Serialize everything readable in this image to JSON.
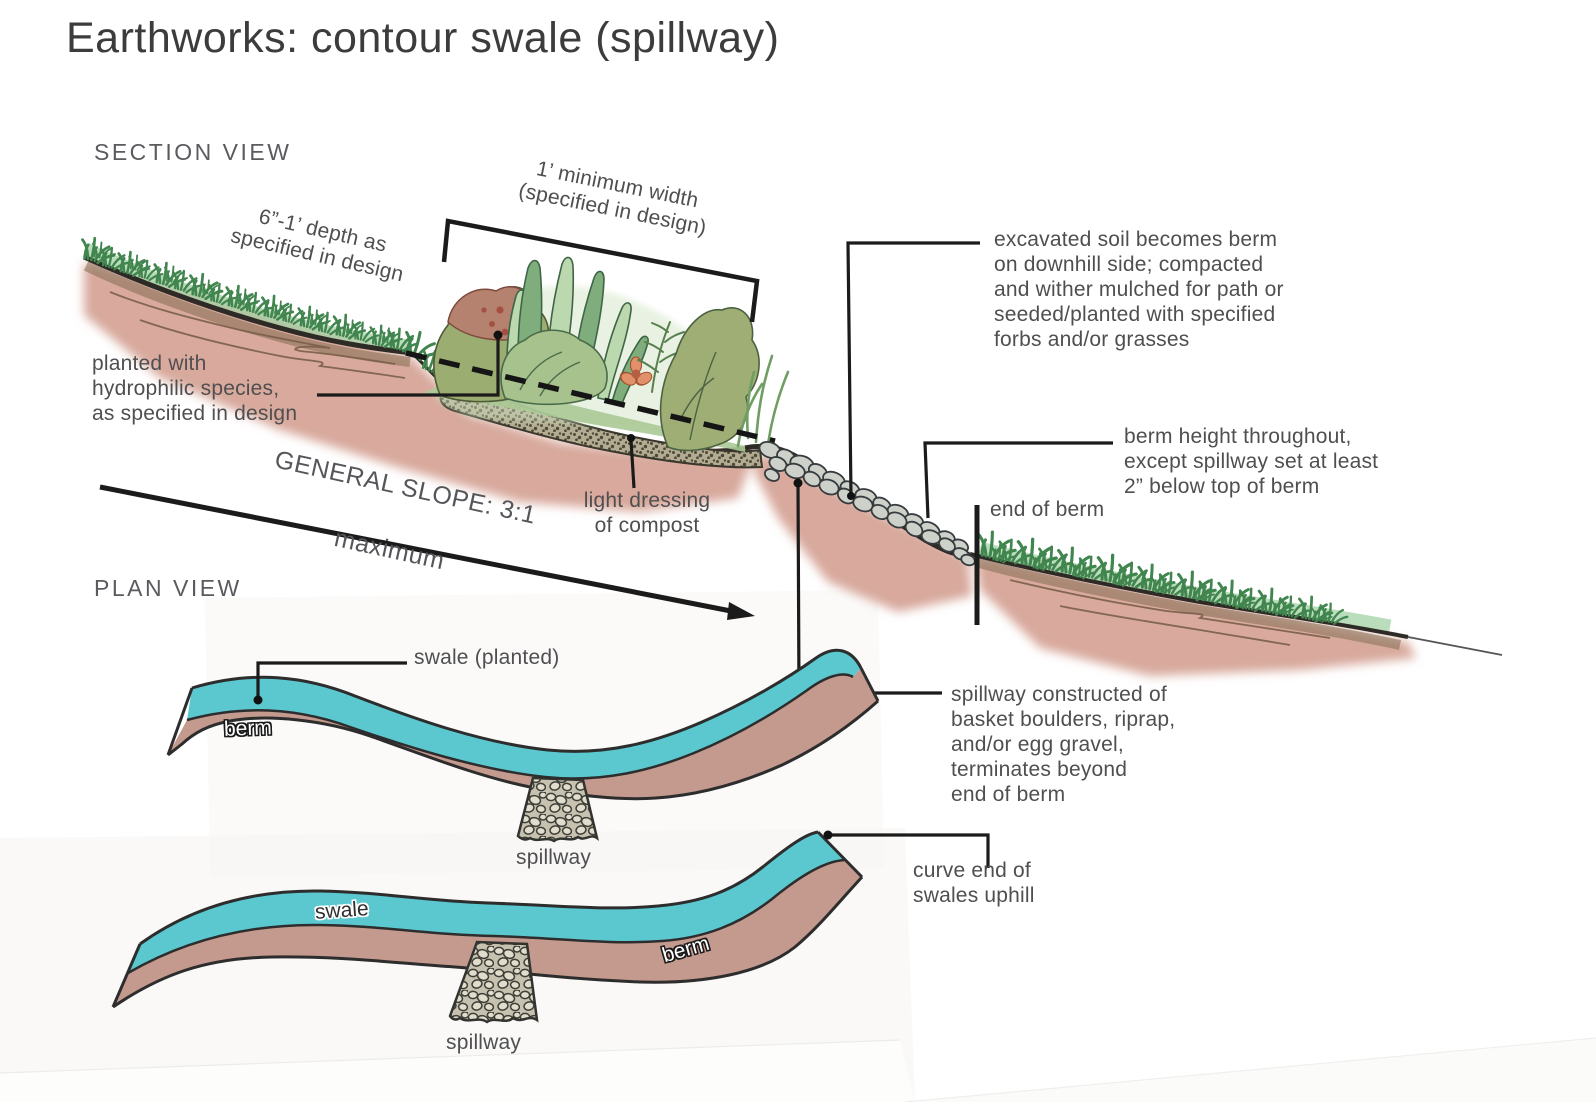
{
  "title": "Earthworks: contour swale (spillway)",
  "section": {
    "label": "SECTION VIEW",
    "notes": {
      "depth": [
        "6”-1’ depth as",
        "specified in design"
      ],
      "min_width": [
        "1’ minimum width",
        "(specified in design)"
      ],
      "hydrophilic": [
        "planted with",
        "hydrophilic species,",
        "as specified in design"
      ],
      "general_slope_line1": "GENERAL SLOPE: 3:1",
      "general_slope_line2": "maximum",
      "compost": [
        "light dressing",
        "of compost"
      ],
      "excavated": [
        "excavated soil becomes berm",
        "on downhill side; compacted",
        "and wither mulched for path or",
        "seeded/planted with specified",
        "forbs and/or grasses"
      ],
      "berm_height": [
        "berm height throughout,",
        "except spillway set at least",
        "2” below top of berm"
      ],
      "end_of_berm": "end of berm"
    }
  },
  "plan": {
    "label": "PLAN VIEW",
    "notes": {
      "swale_planted": "swale (planted)",
      "spillway_constructed": [
        "spillway constructed of",
        "basket boulders, riprap,",
        "and/or egg gravel,",
        "terminates beyond",
        "end of berm"
      ],
      "curve_end": [
        "curve end of",
        "swales uphill"
      ]
    },
    "labels": {
      "berm1": "berm",
      "swale2": "swale",
      "berm2": "berm",
      "spillway1": "spillway",
      "spillway2": "spillway"
    }
  },
  "colors": {
    "swale_blue": "#5bc8d0",
    "berm_brown": "#c59a8e",
    "soil_pink": "#d8a99c",
    "grass_green": "#7cc08d",
    "ink": "#1b1b1b",
    "text": "#4f4f51"
  }
}
